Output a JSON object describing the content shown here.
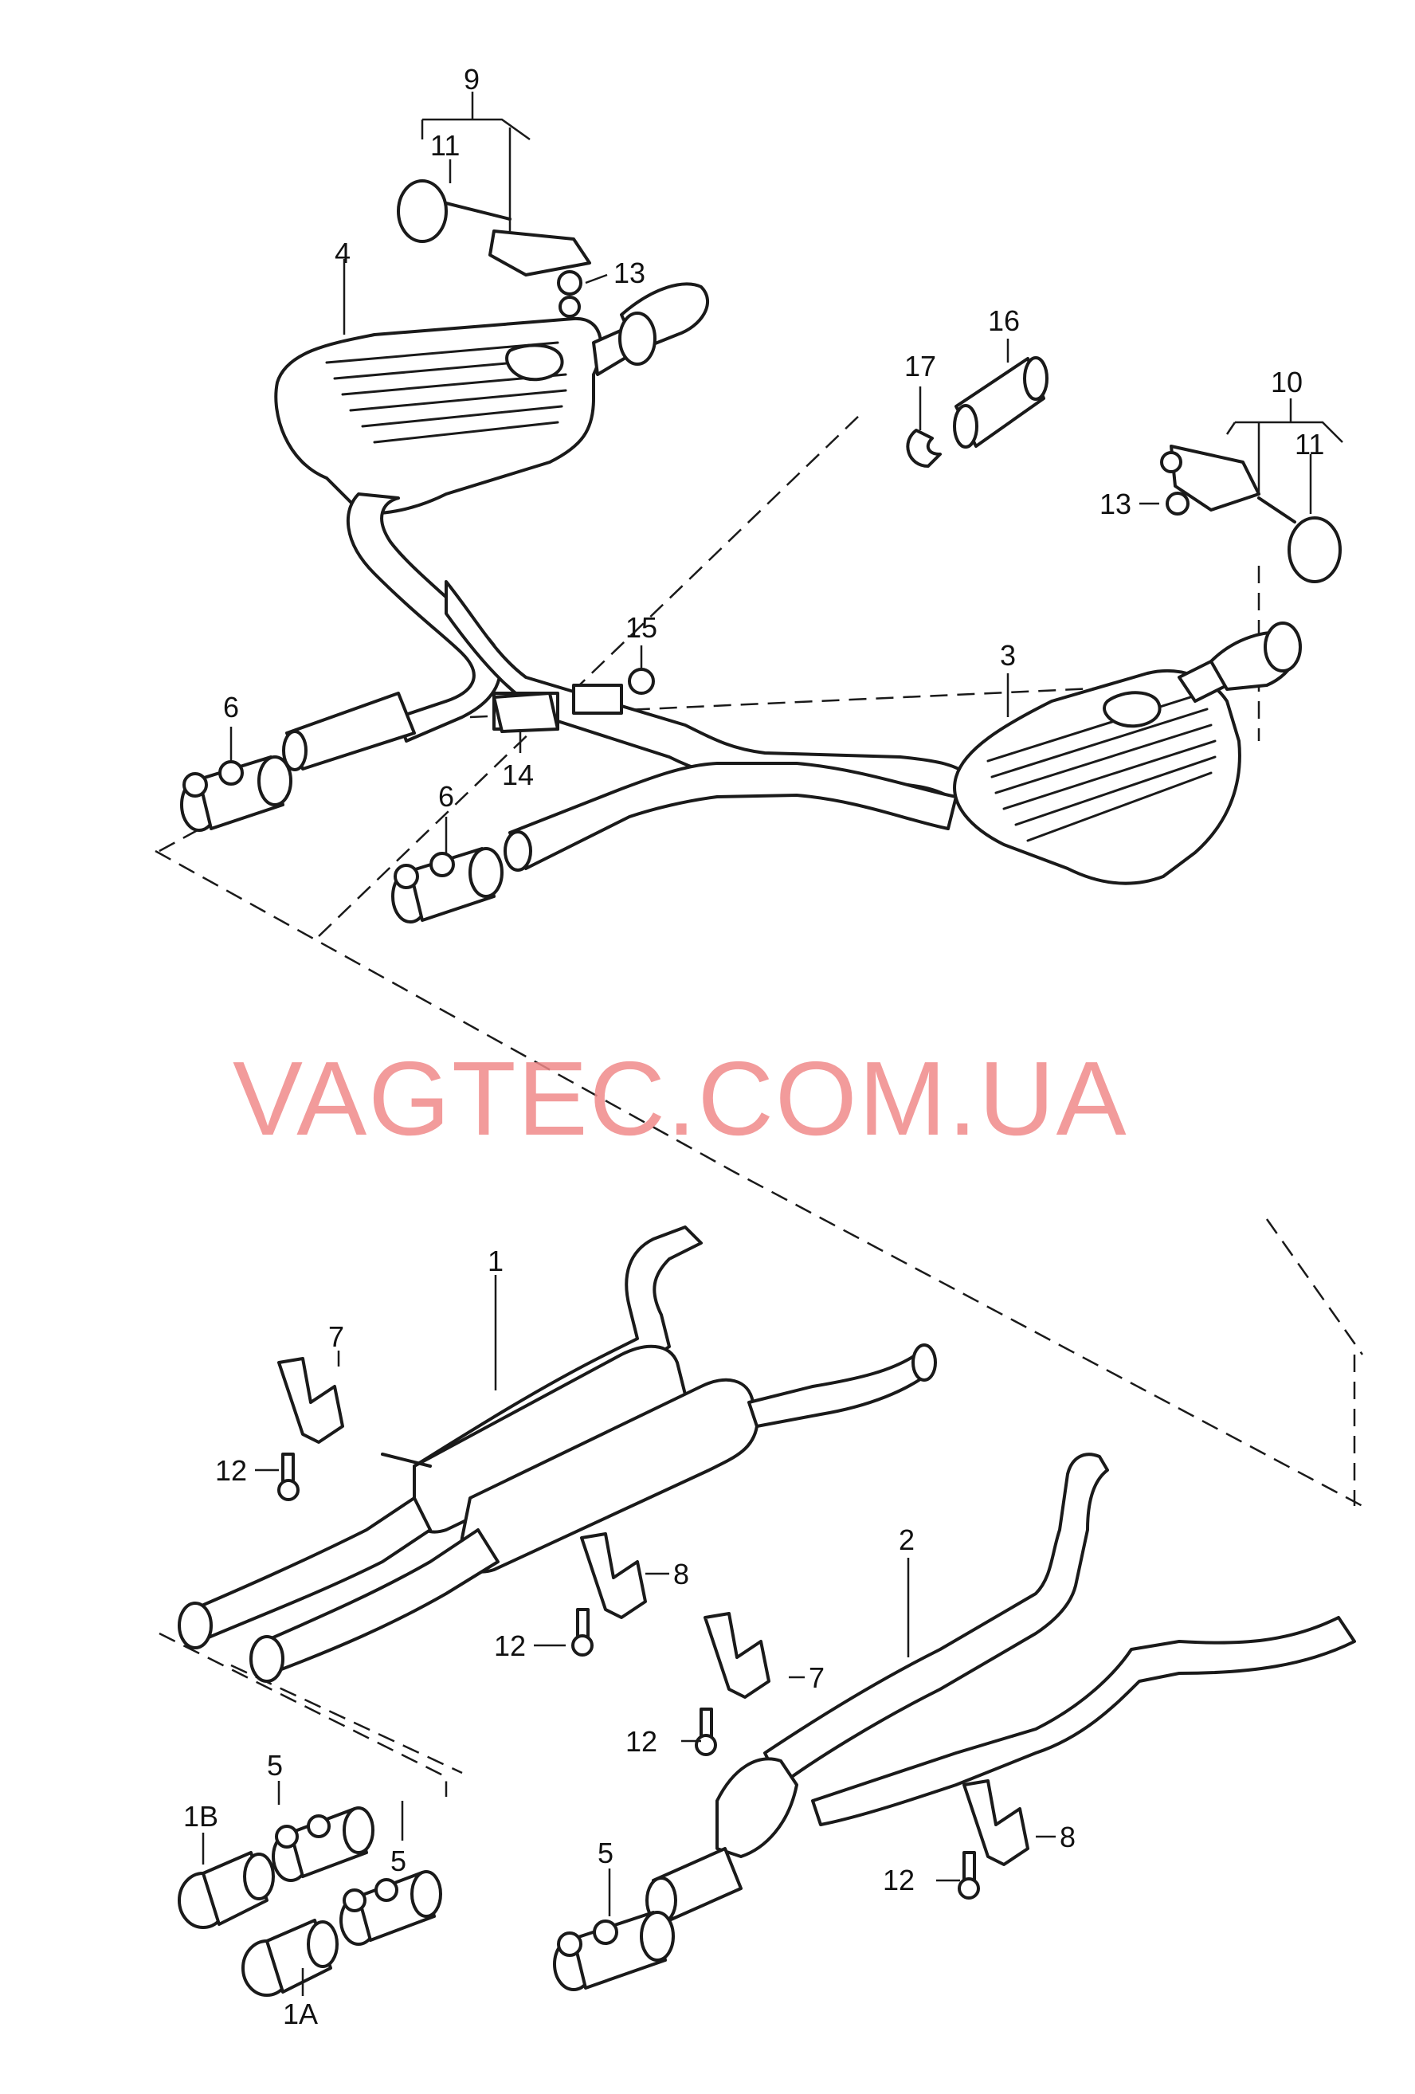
{
  "watermark": "VAGTEC.COM.UA",
  "callouts": {
    "c1": "1",
    "c1A": "1A",
    "c1B": "1B",
    "c2": "2",
    "c3": "3",
    "c4": "4",
    "c5": "5",
    "c6": "6",
    "c7": "7",
    "c8": "8",
    "c9": "9",
    "c10": "10",
    "c11": "11",
    "c12": "12",
    "c13": "13",
    "c14": "14",
    "c15": "15",
    "c16": "16",
    "c17": "17"
  }
}
